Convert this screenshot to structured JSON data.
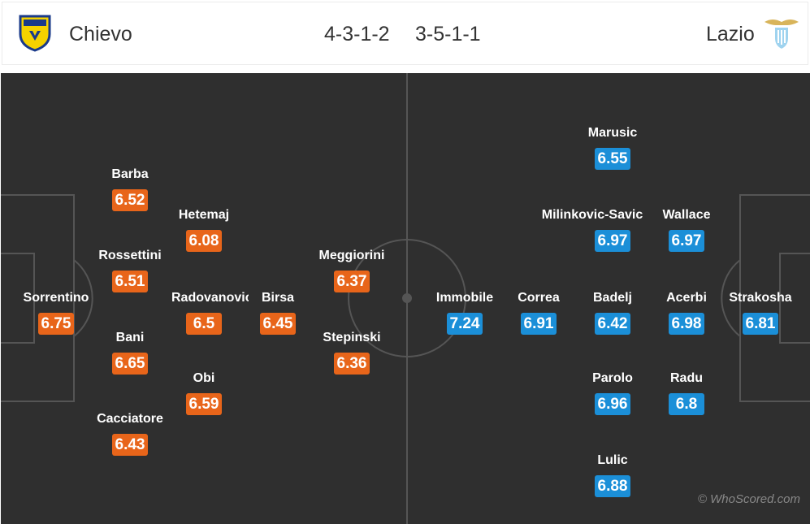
{
  "header": {
    "home_team": "Chievo",
    "home_formation": "4-3-1-2",
    "away_formation": "3-5-1-1",
    "away_team": "Lazio"
  },
  "colors": {
    "home_rating": "#e8651a",
    "away_rating": "#1b8fd8",
    "pitch": "#2f2f2f"
  },
  "home_players": [
    {
      "name": "Sorrentino",
      "rating": "6.75"
    },
    {
      "name": "Barba",
      "rating": "6.52"
    },
    {
      "name": "Rossettini",
      "rating": "6.51"
    },
    {
      "name": "Bani",
      "rating": "6.65"
    },
    {
      "name": "Cacciatore",
      "rating": "6.43"
    },
    {
      "name": "Hetemaj",
      "rating": "6.08"
    },
    {
      "name": "Radovanovic",
      "rating": "6.5"
    },
    {
      "name": "Obi",
      "rating": "6.59"
    },
    {
      "name": "Birsa",
      "rating": "6.45"
    },
    {
      "name": "Meggiorini",
      "rating": "6.37"
    },
    {
      "name": "Stepinski",
      "rating": "6.36"
    }
  ],
  "away_players": [
    {
      "name": "Strakosha",
      "rating": "6.81"
    },
    {
      "name": "Wallace",
      "rating": "6.97"
    },
    {
      "name": "Acerbi",
      "rating": "6.98"
    },
    {
      "name": "Radu",
      "rating": "6.8"
    },
    {
      "name": "Marusic",
      "rating": "6.55"
    },
    {
      "name": "Milinkovic-Savic",
      "rating": "6.97"
    },
    {
      "name": "Badelj",
      "rating": "6.42"
    },
    {
      "name": "Parolo",
      "rating": "6.96"
    },
    {
      "name": "Lulic",
      "rating": "6.88"
    },
    {
      "name": "Correa",
      "rating": "6.91"
    },
    {
      "name": "Immobile",
      "rating": "7.24"
    }
  ],
  "watermark": "© WhoScored.com",
  "icons": {
    "home_logo": "chievo-crest-icon",
    "away_logo": "lazio-eagle-crest-icon"
  }
}
